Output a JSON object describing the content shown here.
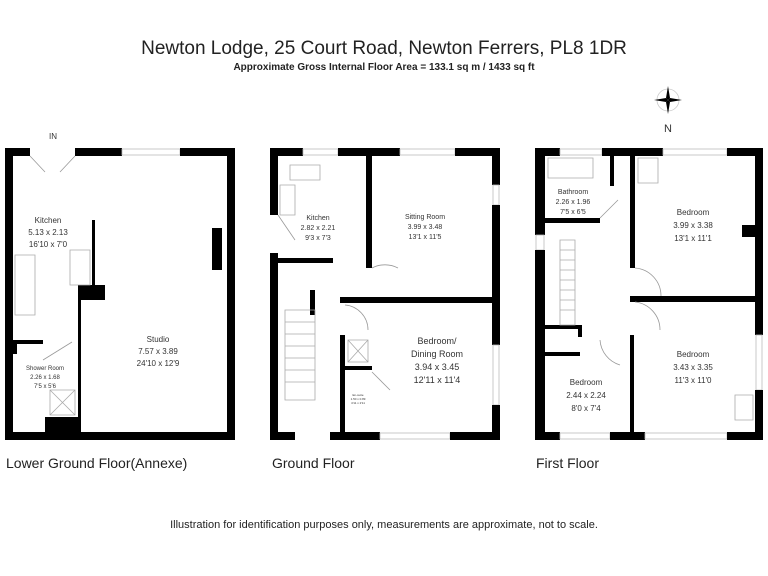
{
  "header": {
    "title": "Newton Lodge, 25 Court Road, Newton Ferrers, PL8 1DR",
    "area": "Approximate Gross Internal Floor Area  = 133.1 sq m / 1433 sq ft"
  },
  "compass": {
    "label": "N"
  },
  "lower": {
    "name": "Lower Ground Floor(Annexe)",
    "entry": "IN",
    "rooms": [
      {
        "name": "Kitchen",
        "metric": "5.13 x 2.13",
        "imperial": "16'10 x 7'0"
      },
      {
        "name": "Studio",
        "metric": "7.57 x 3.89",
        "imperial": "24'10 x 12'9"
      },
      {
        "name": "Shower Room",
        "metric": "2.26 x 1.68",
        "imperial": "7'5 x 5'6"
      }
    ]
  },
  "ground": {
    "name": "Ground Floor",
    "rooms": [
      {
        "name": "Kitchen",
        "metric": "2.82 x 2.21",
        "imperial": "9'3 x 7'3"
      },
      {
        "name": "Sitting Room",
        "metric": "3.99 x 3.48",
        "imperial": "13'1 x 11'5"
      },
      {
        "name": "Bedroom/",
        "name2": "Dining Room",
        "metric": "3.94 x 3.45",
        "imperial": "12'11 x 11'4"
      },
      {
        "name": "En-suite",
        "metric": "1.50 x 0.89",
        "imperial": "4'11 x 2'11"
      }
    ]
  },
  "first": {
    "name": "First Floor",
    "rooms": [
      {
        "name": "Bathroom",
        "metric": "2.26 x 1.96",
        "imperial": "7'5 x 6'5"
      },
      {
        "name": "Bedroom",
        "metric": "3.99 x 3.38",
        "imperial": "13'1 x 11'1"
      },
      {
        "name": "Bedroom",
        "metric": "3.43 x 3.35",
        "imperial": "11'3 x 11'0"
      },
      {
        "name": "Bedroom",
        "metric": "2.44 x 2.24",
        "imperial": "8'0 x 7'4"
      }
    ]
  },
  "footer": "Illustration for identification purposes only, measurements are approximate, not to scale."
}
